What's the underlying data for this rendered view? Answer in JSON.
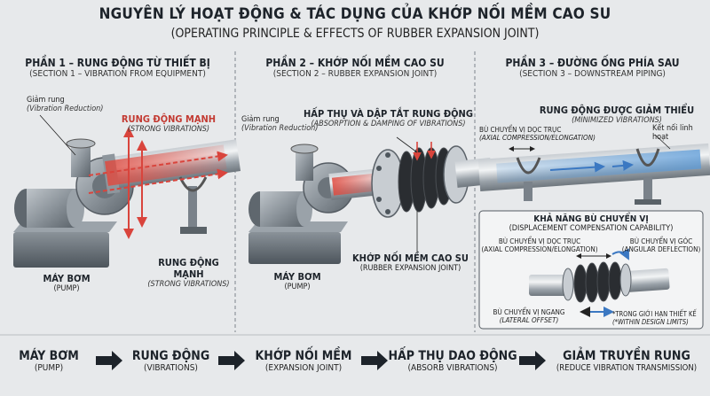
{
  "header": {
    "title": "NGUYÊN LÝ HOẠT ĐỘNG & TÁC DỤNG CỦA KHỚP NỐI MỀM CAO SU",
    "subtitle": "(OPERATING PRINCIPLE & EFFECTS OF RUBBER EXPANSION JOINT)"
  },
  "sections": [
    {
      "title": "PHẦN 1 – RUNG ĐỘNG TỪ THIẾT BỊ",
      "subtitle": "(SECTION 1 – VIBRATION FROM EQUIPMENT)",
      "labels": {
        "reduction": "Giảm rung",
        "reduction_en": "(Vibration Reduction)",
        "strong_top": "RUNG ĐỘNG MẠNH",
        "strong_top_en": "(STRONG VIBRATIONS)",
        "strong_bottom": "RUNG ĐỘNG MẠNH",
        "strong_bottom_en": "(STRONG VIBRATIONS)",
        "pump": "MÁY BƠM",
        "pump_en": "(PUMP)"
      }
    },
    {
      "title": "PHẦN 2 – KHỚP NỐI MỀM CAO SU",
      "subtitle": "(SECTION 2 – RUBBER EXPANSION JOINT)",
      "labels": {
        "reduction": "Giảm rung",
        "reduction_en": "(Vibration Reduction)",
        "absorb": "HẤP THỤ VÀ DẬP TẮT RUNG ĐỘNG",
        "absorb_en": "(ABSORPTION & DAMPING OF VIBRATIONS)",
        "joint": "KHỚP NỐI MỀM CAO SU",
        "joint_en": "(RUBBER EXPANSION JOINT)",
        "pump": "MÁY BƠM",
        "pump_en": "(PUMP)"
      }
    },
    {
      "title": "PHẦN 3 – ĐƯỜNG ỐNG PHÍA SAU",
      "subtitle": "(SECTION 3 – DOWNSTREAM PIPING)",
      "labels": {
        "minimized": "RUNG ĐỘNG ĐƯỢC GIẢM THIỂU",
        "minimized_en": "(MINIMIZED VIBRATIONS)",
        "axial": "BÙ CHUYỂN VỊ DỌC TRỤC",
        "axial_en": "(AXIAL COMPRESSION/ELONGATION)",
        "flexible": "Kết nối linh hoạt"
      },
      "inset": {
        "title": "KHẢ NĂNG BÙ CHUYỂN VỊ",
        "subtitle": "(DISPLACEMENT COMPENSATION CAPABILITY)",
        "axial": "BÙ CHUYỂN VỊ DỌC TRỤC",
        "axial_en": "(AXIAL COMPRESSION/ELONGATION)",
        "angular": "BÙ CHUYỂN VỊ GÓC",
        "angular_en": "(ANGULAR DEFLECTION)",
        "lateral": "BÙ CHUYỂN VỊ NGANG",
        "lateral_en": "(LATERAL OFFSET)",
        "limit": "*TRONG GIỚI HẠN THIẾT KẾ",
        "limit_en": "(*WITHIN DESIGN LIMITS)"
      }
    }
  ],
  "flow": [
    {
      "label": "MÁY BƠM",
      "sub": "(PUMP)"
    },
    {
      "label": "RUNG ĐỘNG",
      "sub": "(VIBRATIONS)"
    },
    {
      "label": "KHỚP NỐI MỀM",
      "sub": "(EXPANSION JOINT)"
    },
    {
      "label": "HẤP THỤ DAO ĐỘNG",
      "sub": "(ABSORB VIBRATIONS)"
    },
    {
      "label": "GIẢM TRUYỀN RUNG",
      "sub": "(REDUCE VIBRATION TRANSMISSION)"
    }
  ],
  "colors": {
    "background": "#e7e9eb",
    "steel": "#8a939b",
    "vibration_red": "#d9443c",
    "flow_blue": "#4a86c7",
    "rubber": "#2a2d31"
  }
}
